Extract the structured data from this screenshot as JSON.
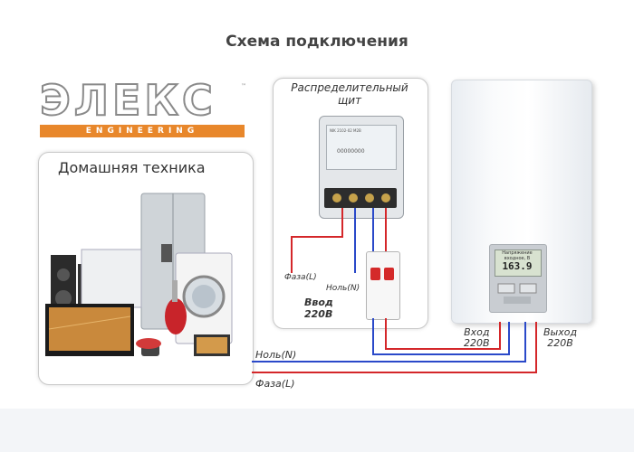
{
  "title": "Схема подключения",
  "logo": {
    "name": "ЭЛЕКС",
    "tagline": "ENGINEERING",
    "tm": "™"
  },
  "home": {
    "title": "Домашняя техника"
  },
  "distribution": {
    "title_line1": "Распределительный",
    "title_line2": "щит",
    "phase_label": "Фаза(L)",
    "neutral_label": "Ноль(N)",
    "input_label_line1": "Ввод",
    "input_label_line2": "220В",
    "meter_model": "NIK 2102-02 M2B",
    "meter_digits": "00000000"
  },
  "stabilizer": {
    "lcd_caption_line1": "Напряжение",
    "lcd_caption_line2": "входное, В",
    "lcd_value": "163.9",
    "input_label_line1": "Вход",
    "input_label_line2": "220В",
    "output_label_line1": "Выход",
    "output_label_line2": "220В"
  },
  "wires": {
    "neutral_label": "Ноль(N)",
    "phase_label": "Фаза(L)"
  },
  "colors": {
    "phase": "#d4272a",
    "neutral": "#2a49c9",
    "logo_accent": "#e8872b"
  }
}
